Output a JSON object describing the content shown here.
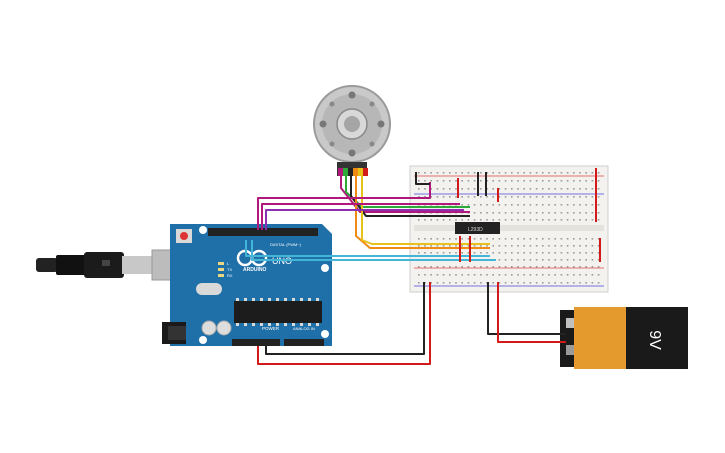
{
  "arduino": {
    "brand": "ARDUINO",
    "model": "UNO",
    "header_digital": "DIGITAL (PWM~)",
    "header_power": "POWER",
    "header_analog": "ANALOG IN",
    "led_labels": [
      "L",
      "TX",
      "RX"
    ]
  },
  "driver_chip": {
    "label": "L293D"
  },
  "battery": {
    "voltage": "9V"
  },
  "colors": {
    "board": "#1f6fa8",
    "breadboard": "#f3f2ee",
    "wire_red": "#d21a1a",
    "wire_black": "#222222",
    "wire_magenta": "#b0187c",
    "wire_purple": "#8a2fb0",
    "wire_green": "#2fa83a",
    "wire_yellow": "#e9c11b",
    "wire_orange": "#ef8a12",
    "wire_cyan": "#43b6d8",
    "battery_orange": "#e59a2e",
    "battery_black": "#1a1a1a"
  },
  "icons": [
    "stepper-motor-icon",
    "usb-cable-icon",
    "dc-jack-icon",
    "infinity-logo-icon"
  ]
}
